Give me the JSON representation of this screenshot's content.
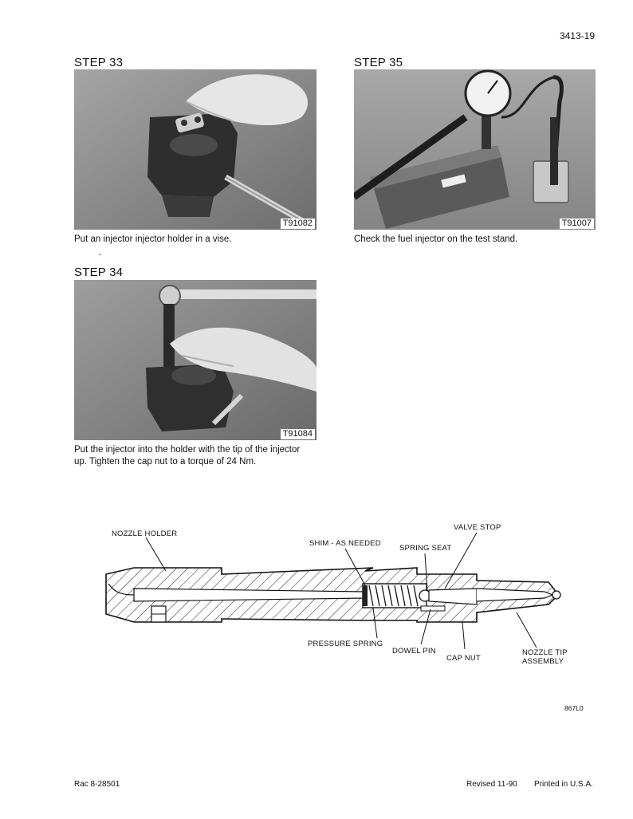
{
  "page_number": "3413-19",
  "steps": [
    {
      "title": "STEP 33",
      "photo_id": "T91082",
      "caption": "Put an injector injector holder in a vise."
    },
    {
      "title": "STEP 34",
      "photo_id": "T91084",
      "caption_line1": "Put the injector into the holder with the tip of the injector",
      "caption_line2": "up. Tighten the cap nut to a torque of 24 Nm."
    },
    {
      "title": "STEP 35",
      "photo_id": "T91007",
      "caption": "Check the fuel injector on the test stand."
    }
  ],
  "stray_mark": "-",
  "diagram": {
    "labels": {
      "nozzle_holder": "NOZZLE HOLDER",
      "shim": "SHIM - AS NEEDED",
      "spring_seat": "SPRING SEAT",
      "valve_stop": "VALVE STOP",
      "pressure_spring": "PRESSURE SPRING",
      "dowel_pin": "DOWEL PIN",
      "cap_nut": "CAP NUT",
      "nozzle_tip_line1": "NOZZLE TIP",
      "nozzle_tip_line2": "ASSEMBLY"
    },
    "figure_id": "867L0"
  },
  "footer": {
    "doc_ref": "Rac 8-28501",
    "revised": "Revised 11-90",
    "printed": "Printed in U.S.A."
  }
}
